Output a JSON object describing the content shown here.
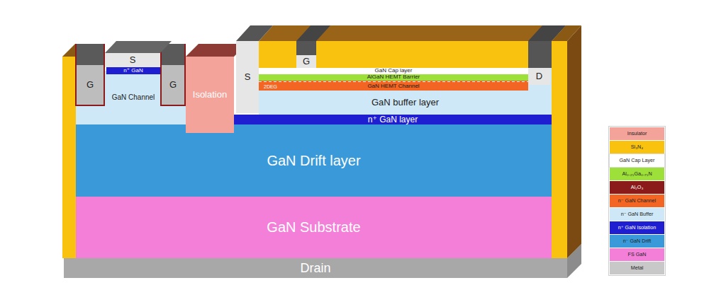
{
  "diagram": {
    "nodes": [
      {
        "text": [
          "S"
        ]
      },
      {
        "text": [
          "n⁺ GaN"
        ]
      },
      {
        "text": [
          "G"
        ]
      },
      {
        "text": [
          "GaN Channel"
        ]
      },
      {
        "text": [
          "G"
        ]
      },
      {
        "text": [
          "Isolation"
        ]
      },
      {
        "text": [
          "S"
        ]
      },
      {
        "text": [
          "G"
        ]
      },
      {
        "text": [
          "GaN Cap layer"
        ]
      },
      {
        "text": [
          "AlGaN HEMT Barrier"
        ]
      },
      {
        "text": [
          "GaN HEMT Channel"
        ]
      },
      {
        "text": [
          "D"
        ]
      },
      {
        "text": [
          "GaN buffer layer"
        ]
      },
      {
        "text": [
          "n⁺ GaN layer"
        ]
      },
      {
        "text": [
          "GaN Drift layer"
        ]
      },
      {
        "text": [
          "GaN Substrate"
        ]
      },
      {
        "text": [
          "Drain"
        ]
      }
    ],
    "labels": [
      "2DEG"
    ],
    "legend": [
      {
        "text": "Insulator",
        "color": "#f4a39a"
      },
      {
        "text": "Si₃N₄",
        "color": "#f9c20f"
      },
      {
        "text": "GaN Cap Layer",
        "color": "#ffffff"
      },
      {
        "text": "Al₀.₂₅Ga₀.₇₅N",
        "color": "#9ee03a"
      },
      {
        "text": "Al₂O₃",
        "color": "#8b1a1a"
      },
      {
        "text": "n⁻ GaN Channel",
        "color": "#f26522"
      },
      {
        "text": "n⁻ GaN Buffer",
        "color": "#cfe8f7"
      },
      {
        "text": "n⁺ GaN Isolation",
        "color": "#1f1fd1"
      },
      {
        "text": "n⁻ GaN Drift",
        "color": "#3a9ad9"
      },
      {
        "text": "FS GaN",
        "color": "#f47fd8"
      },
      {
        "text": "Metal",
        "color": "#c8c8c8"
      }
    ]
  }
}
